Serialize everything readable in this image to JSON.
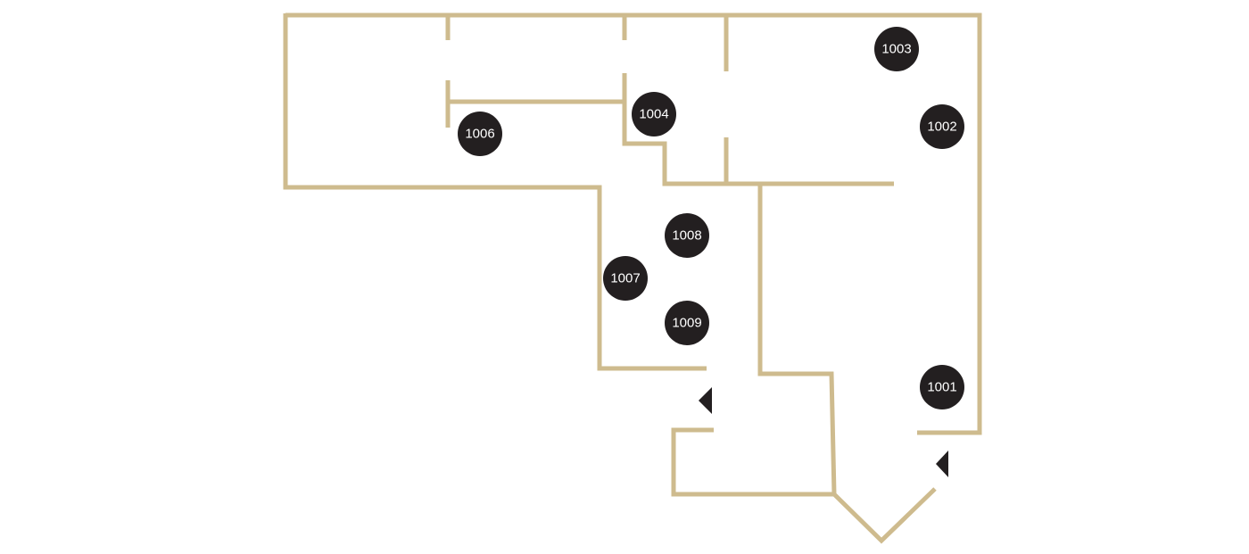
{
  "floor_plan": {
    "wall_color": "#cebb8e",
    "marker_color": "#231f20",
    "rooms": [
      {
        "id": "1001",
        "label": "1001"
      },
      {
        "id": "1002",
        "label": "1002"
      },
      {
        "id": "1003",
        "label": "1003"
      },
      {
        "id": "1004",
        "label": "1004"
      },
      {
        "id": "1006",
        "label": "1006"
      },
      {
        "id": "1007",
        "label": "1007"
      },
      {
        "id": "1008",
        "label": "1008"
      },
      {
        "id": "1009",
        "label": "1009"
      }
    ]
  }
}
